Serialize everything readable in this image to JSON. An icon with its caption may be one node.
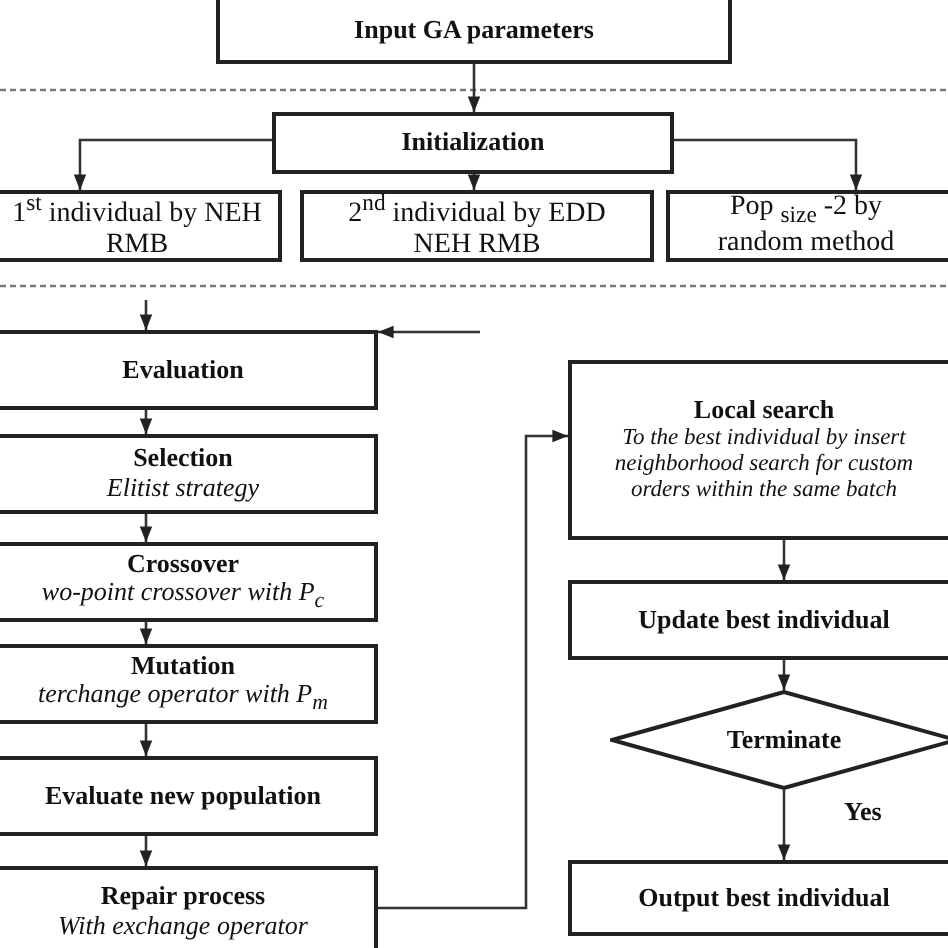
{
  "diagram": {
    "nodes": [
      {
        "text": [
          "Input GA parameters"
        ]
      },
      {
        "text": [
          "Initialization"
        ]
      },
      {
        "text": [
          "1$^{st}$ individual by NEH  RMB"
        ]
      },
      {
        "text": [
          "2$^{nd}$ individual by EDD NEH RMB"
        ]
      },
      {
        "text": [
          "Pop $_{size}$ -2 by random method"
        ]
      },
      {
        "text": [
          "Evaluation"
        ]
      },
      {
        "text": [
          "Selection",
          "Elitist strategy"
        ]
      },
      {
        "text": [
          "Crossover",
          "wo-point crossover with P$_{c}$"
        ]
      },
      {
        "text": [
          "Mutation",
          "terchange operator with P$_{m}$"
        ]
      },
      {
        "text": [
          "Evaluate new population"
        ]
      },
      {
        "text": [
          "Repair process",
          "With exchange operator"
        ]
      },
      {
        "text": [
          "Local search",
          "To the best individual by insert",
          "neighborhood search for custom",
          "orders within the same batch"
        ]
      },
      {
        "text": [
          "Update best individual"
        ]
      },
      {
        "text": [
          "Terminate"
        ]
      },
      {
        "text": [
          "Output best individual"
        ]
      }
    ],
    "edges": [
      {
        "from": 0,
        "to": 1,
        "arrow": "to"
      },
      {
        "from": 1,
        "to": 2,
        "arrow": "to"
      },
      {
        "from": 1,
        "to": 3,
        "arrow": "to"
      },
      {
        "from": 1,
        "to": 4,
        "arrow": "to"
      },
      {
        "from": null,
        "to": 5,
        "arrow": "to"
      },
      {
        "from": null,
        "to": 5,
        "arrow": "to"
      },
      {
        "from": 5,
        "to": 6,
        "arrow": "to"
      },
      {
        "from": 6,
        "to": 7,
        "arrow": "to"
      },
      {
        "from": 7,
        "to": 8,
        "arrow": "to"
      },
      {
        "from": 8,
        "to": 9,
        "arrow": "to"
      },
      {
        "from": 9,
        "to": 10,
        "arrow": "to"
      },
      {
        "from": 10,
        "to": 11,
        "arrow": "to"
      },
      {
        "from": 11,
        "to": 12,
        "arrow": "to"
      },
      {
        "from": 12,
        "to": 13,
        "arrow": "to"
      },
      {
        "from": 13,
        "to": 14,
        "arrow": "to",
        "label": "Yes"
      }
    ]
  }
}
